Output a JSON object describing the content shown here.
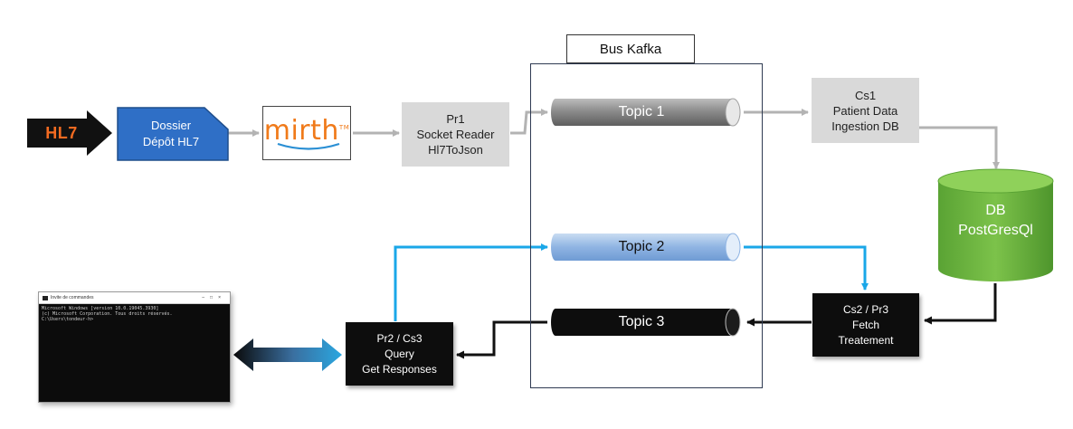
{
  "bus": {
    "title": "Bus Kafka"
  },
  "hl7_badge": "HL7",
  "dossier": {
    "line1": "Dossier",
    "line2": "Dépôt HL7"
  },
  "mirth": {
    "logo_text": "mirth",
    "tm": "TM"
  },
  "pr1": {
    "line1": "Pr1",
    "line2": "Socket Reader",
    "line3": "Hl7ToJson"
  },
  "topics": {
    "topic1": "Topic 1",
    "topic2": "Topic 2",
    "topic3": "Topic 3"
  },
  "cs1": {
    "line1": "Cs1",
    "line2": "Patient Data",
    "line3": "Ingestion DB"
  },
  "db": {
    "line1": "DB",
    "line2": "PostGresQl"
  },
  "cs2": {
    "line1": "Cs2 / Pr3",
    "line2": "Fetch",
    "line3": "Treatement"
  },
  "pr2": {
    "line1": "Pr2 / Cs3",
    "line2": "Query",
    "line3": "Get Responses"
  },
  "cmd": {
    "title": "Invite de commandes",
    "controls": "–□×",
    "lines": [
      "Microsoft Windows [version 10.0.19045.3930]",
      "(c) Microsoft Corporation. Tous droits réservés.",
      "",
      "C:\\Users\\tondeur-h>"
    ]
  },
  "colors": {
    "gray_arrow": "#b3b3b3",
    "blue_arrow": "#1aa7e8",
    "black_arrow": "#111111",
    "dossier_fill": "#2f6fc6",
    "db_green": "#6cb33f",
    "topic1_gray": "#8c8c8c",
    "topic2_blue": "#8fb4e3",
    "topic3_black": "#0d0d0d",
    "hl7_orange": "#f36b21"
  },
  "icons": {
    "hl7_arrow": "hl7-arrow-icon",
    "double_arrow": "double-arrow-icon"
  }
}
